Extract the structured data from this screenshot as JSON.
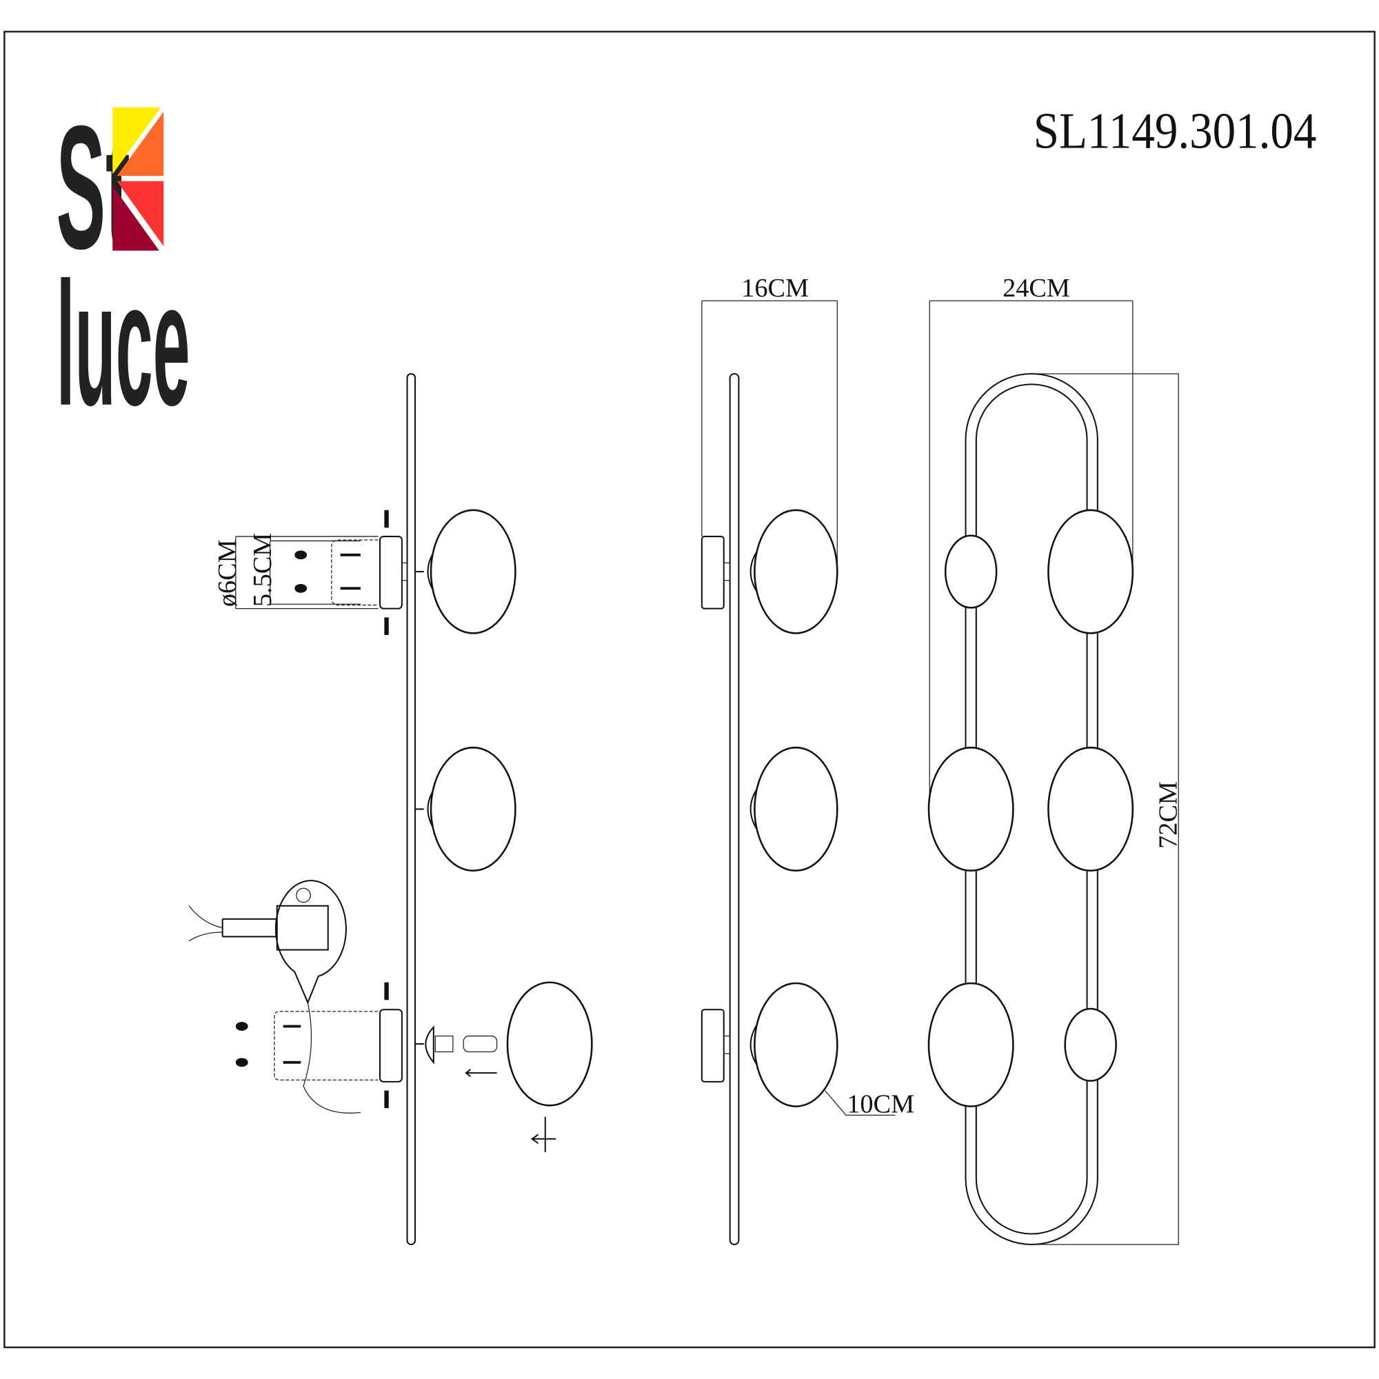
{
  "brand": {
    "logo_text_top": "St",
    "logo_text_bottom": "luce",
    "logo_colors": [
      "#ffee00",
      "#ff6a2b",
      "#ff3232",
      "#9b0030"
    ]
  },
  "title": "SL1149.301.04",
  "dimensions": {
    "depth": "16CM",
    "width": "24CM",
    "height": "72CM",
    "globe_diameter": "10CM",
    "mount_diameter": "ø6CM",
    "mount_depth": "5.5CM"
  }
}
